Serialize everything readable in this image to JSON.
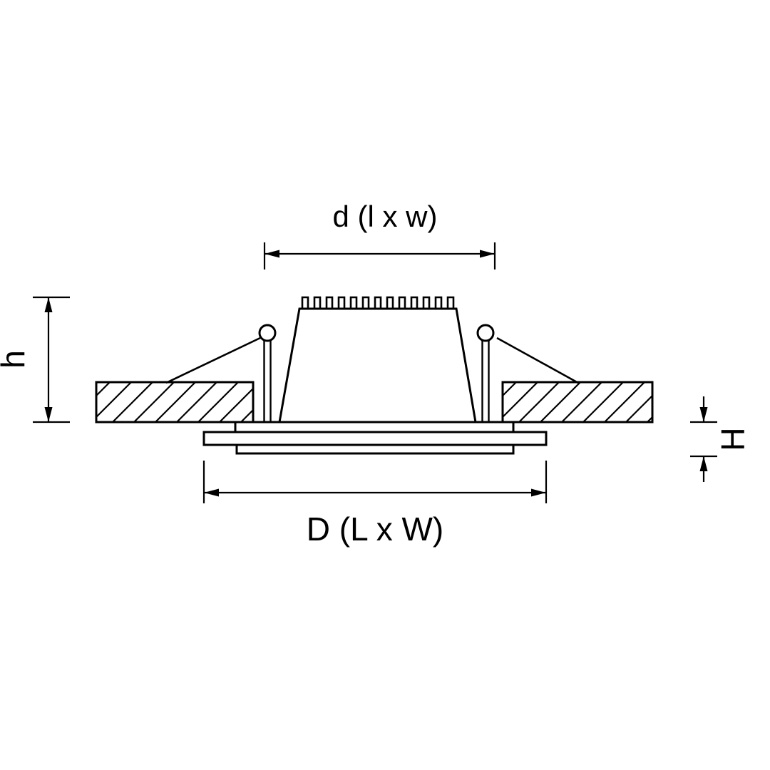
{
  "diagram": {
    "kind": "recessed-luminaire-mounting-dimension-drawing",
    "labels": {
      "cutout": "d (l x w)",
      "overall": "D (L x W)",
      "recess_depth": "h",
      "visible_height": "H"
    },
    "colors": {
      "line": "#000000",
      "background": "#ffffff"
    }
  }
}
